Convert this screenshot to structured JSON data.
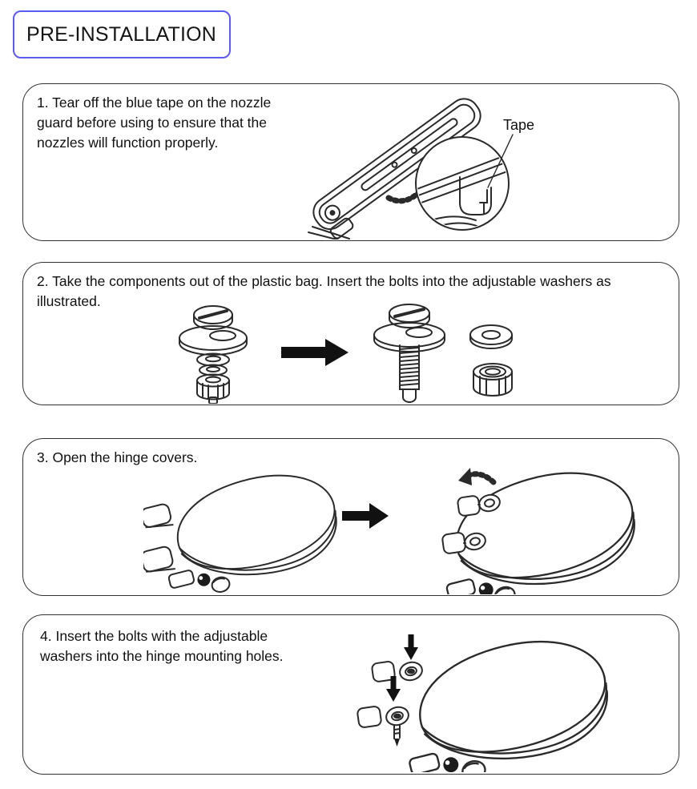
{
  "page": {
    "title": "PRE-INSTALLATION",
    "accent_color": "#5b5bf2",
    "ink_color": "#2a2a2a"
  },
  "steps": [
    {
      "label": "step-1",
      "lines": [
        "1. Tear off the blue tape on the nozzle",
        "guard before using to ensure that the",
        "nozzles will function properly."
      ],
      "callout": "Tape",
      "illustration": "spray-nozzle-wand-with-tape-magnifier"
    },
    {
      "label": "step-2",
      "lines": [
        "2. Take the components out of the plastic bag. Insert the bolts into the adjustable washers as",
        "illustrated."
      ],
      "illustration": "bolt-and-adjustable-washer-assembly"
    },
    {
      "label": "step-3",
      "lines": [
        "3. Open the hinge covers."
      ],
      "illustration": "toilet-seat-hinge-covers-opening"
    },
    {
      "label": "step-4",
      "lines": [
        "4. Insert the bolts with the adjustable",
        "washers into the hinge mounting holes."
      ],
      "illustration": "toilet-seat-bolt-insertion"
    }
  ]
}
